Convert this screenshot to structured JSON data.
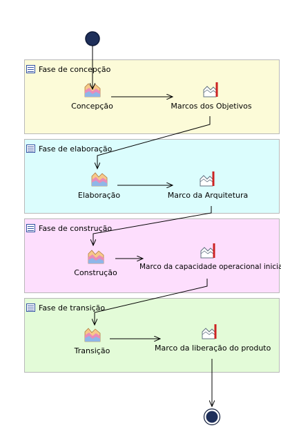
{
  "colors": {
    "lane_fills": [
      "#fcfbd8",
      "#dbfdfd",
      "#fddefd",
      "#e3fbd8"
    ],
    "lane_border": "#b8b8b8",
    "terminal": "#1e2f5a",
    "edge": "#000000",
    "milestone_flag": "#cc2222"
  },
  "lanes": [
    {
      "title": "Fase de concepção",
      "icon": "lane-list-icon",
      "activity": {
        "label": "Concepção",
        "icon": "phase-icon"
      },
      "milestone": {
        "label": "Marcos dos Objetivos",
        "icon": "milestone-icon"
      }
    },
    {
      "title": "Fase de elaboração",
      "icon": "lane-list-icon",
      "activity": {
        "label": "Elaboração",
        "icon": "phase-icon"
      },
      "milestone": {
        "label": "Marco da Arquitetura",
        "icon": "milestone-icon"
      }
    },
    {
      "title": "Fase de construção",
      "icon": "lane-list-icon",
      "activity": {
        "label": "Construção",
        "icon": "phase-icon"
      },
      "milestone": {
        "label": "Marco da capacidade operacional inicial",
        "icon": "milestone-icon"
      }
    },
    {
      "title": "Fase de transição",
      "icon": "lane-list-icon",
      "activity": {
        "label": "Transição",
        "icon": "phase-icon"
      },
      "milestone": {
        "label": "Marco da liberação do produto",
        "icon": "milestone-icon"
      }
    }
  ]
}
